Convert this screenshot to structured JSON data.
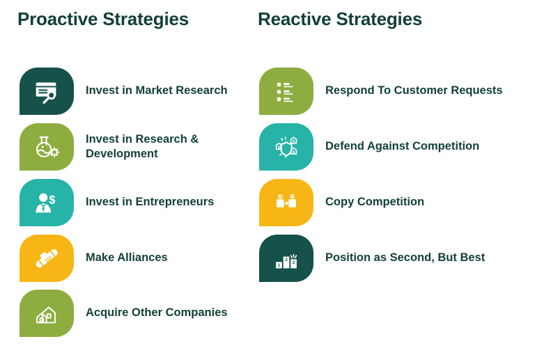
{
  "infographic": {
    "background": "#ffffff",
    "text_color": "#123f3a"
  },
  "colors": {
    "dark_teal": "#16514a",
    "olive": "#8ead40",
    "teal": "#27b3a8",
    "yellow": "#f7b616"
  },
  "columns": [
    {
      "title": "Proactive Strategies",
      "items": [
        {
          "label": "Invest in Market Research",
          "icon": "market-research-icon",
          "color_key": "dark_teal"
        },
        {
          "label": "Invest in Research & Development",
          "icon": "flask-gear-icon",
          "color_key": "olive"
        },
        {
          "label": "Invest in Entrepreneurs",
          "icon": "businessman-dollar-icon",
          "color_key": "teal"
        },
        {
          "label": "Make Alliances",
          "icon": "handshake-icon",
          "color_key": "yellow"
        },
        {
          "label": "Acquire Other Companies",
          "icon": "houses-icon",
          "color_key": "olive"
        }
      ]
    },
    {
      "title": "Reactive Strategies",
      "items": [
        {
          "label": "Respond To Customer Requests",
          "icon": "bullet-list-icon",
          "color_key": "olive"
        },
        {
          "label": "Defend Against Competition",
          "icon": "shield-money-icon",
          "color_key": "teal"
        },
        {
          "label": "Copy Competition",
          "icon": "copy-boxes-icon",
          "color_key": "yellow"
        },
        {
          "label": "Position as Second, But Best",
          "icon": "podium-icon",
          "color_key": "dark_teal"
        }
      ]
    }
  ]
}
